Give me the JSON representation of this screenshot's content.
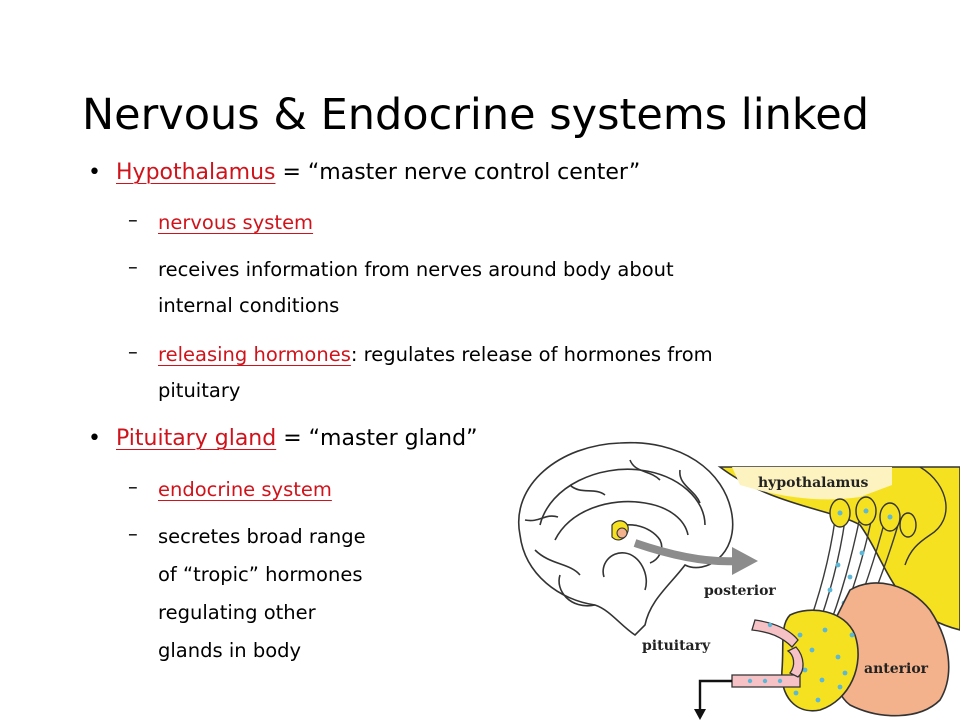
{
  "slide": {
    "title": "Nervous & Endocrine systems linked",
    "items": [
      {
        "term": "Hypothalamus",
        "definition": " = “master nerve control center”",
        "subitems": [
          {
            "term": "nervous system",
            "text": ""
          },
          {
            "term": "",
            "text": "receives information from nerves around body about",
            "text2": "internal conditions"
          },
          {
            "term": "releasing hormones",
            "text": ": regulates release of hormones from",
            "text2": "pituitary"
          }
        ]
      },
      {
        "term": "Pituitary gland",
        "definition": " = “master gland”",
        "subitems": [
          {
            "term": "endocrine system",
            "text": ""
          },
          {
            "term": "",
            "lines": [
              "secretes broad range",
              "of “tropic” hormones",
              "regulating other",
              "glands in body"
            ]
          }
        ]
      }
    ]
  },
  "figure": {
    "labels": {
      "hypothalamus": "hypothalamus",
      "posterior": "posterior",
      "pituitary": "pituitary",
      "anterior": "anterior"
    },
    "colors": {
      "hypothalamus_fill": "#f5e11f",
      "hypothalamus_light": "#fdf3c0",
      "anterior_fill": "#f3b28b",
      "vessel_fill": "#f6c2c6",
      "dot_blue": "#5bb8d8",
      "arrow": "#8c8c8c",
      "tract_outline": "#3b3b3b"
    }
  }
}
